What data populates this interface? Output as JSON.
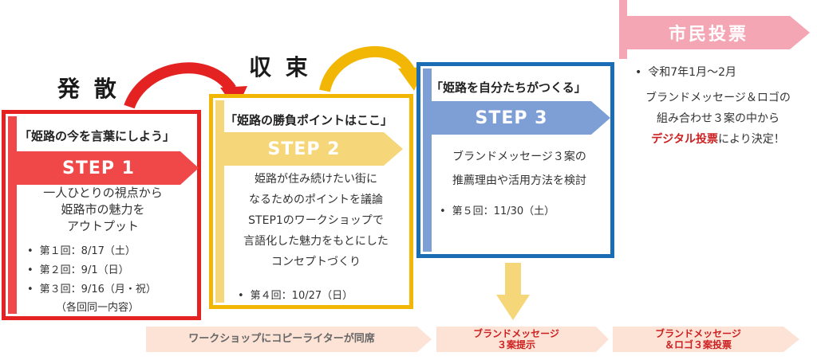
{
  "phases": {
    "diverge": "発 散",
    "converge": "収 束"
  },
  "step1": {
    "quote": "「姫路の今を言葉にしよう」",
    "label": "STEP 1",
    "desc": [
      "一人ひとりの視点から",
      "姫路市の魅力を",
      "アウトプット"
    ],
    "sessions": [
      "第１回：8/17（土）",
      "第２回：9/1（日）",
      "第３回：9/16（月・祝）"
    ],
    "note": "（各回同一内容）"
  },
  "step2": {
    "quote": "「姫路の勝負ポイントはここ」",
    "label": "STEP 2",
    "desc": [
      "姫路が住み続けたい街に",
      "なるためのポイントを議論",
      "STEP1のワークショップで",
      "言語化した魅力をもとにした",
      "コンセプトづくり"
    ],
    "sessions": [
      "第４回：10/27（日）"
    ]
  },
  "step3": {
    "quote": "「姫路を自分たちがつくる」",
    "label": "STEP 3",
    "desc": [
      "ブランドメッセージ３案の",
      "推薦理由や活用方法を検討"
    ],
    "sessions": [
      "第５回：11/30（土）"
    ]
  },
  "vote": {
    "label": "市民投票",
    "period": "令和7年1月～2月",
    "line1": "ブランドメッセージ＆ロゴの",
    "line2": "組み合わせ３案の中から",
    "highlight": "デジタル投票",
    "suffix": "により決定！"
  },
  "bands": {
    "copywriter": "ワークショップにコピーライターが同席",
    "present_line1": "ブランドメッセージ",
    "present_line2": "３案提示",
    "vote_line1": "ブランドメッセージ",
    "vote_line2": "＆ロゴ３案投票"
  },
  "colors": {
    "red": "#e52222",
    "red_flag": "#f04848",
    "gold": "#f2b705",
    "gold_flag": "#f5d77a",
    "blue": "#1a6db5",
    "blue_flag": "#7e9ed6",
    "pink": "#f4a6b4",
    "band": "#fce3d6",
    "band_text_red": "#cc1f1f"
  }
}
